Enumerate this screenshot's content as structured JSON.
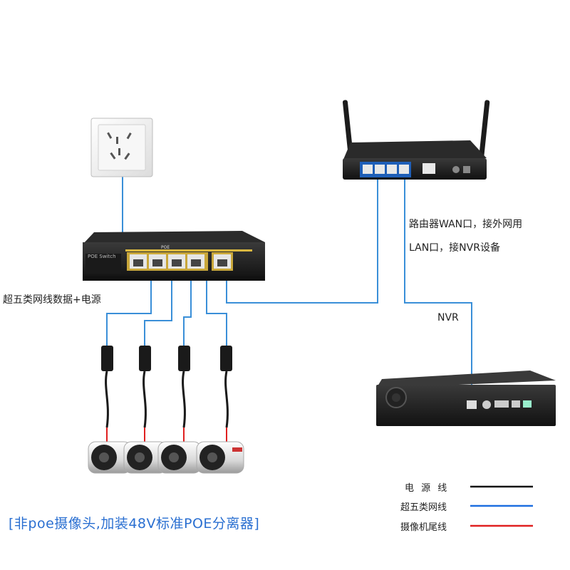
{
  "switch": {
    "brand_label": "POE Switch",
    "port_label": "POE"
  },
  "labels": {
    "router_note_line1": "路由器WAN口，接外网用",
    "router_note_line2": "LAN口，接NVR设备",
    "nvr": "NVR",
    "cable": "超五类网线数据+电源"
  },
  "caption": "[非poe摄像头,加装48V标准POE分离器]",
  "legend": [
    {
      "label": "电 源 线",
      "color": "#111111"
    },
    {
      "label": "超五类网线",
      "color": "#1e6fe0"
    },
    {
      "label": "摄像机尾线",
      "color": "#e02020"
    }
  ],
  "colors": {
    "network": "#3a8fd8",
    "power": "#111111",
    "camera_tail": "#e02020"
  },
  "icons": [
    "wall-socket-icon",
    "router-icon",
    "poe-switch-icon",
    "nvr-icon",
    "poe-splitter-icon",
    "bullet-camera-icon"
  ]
}
